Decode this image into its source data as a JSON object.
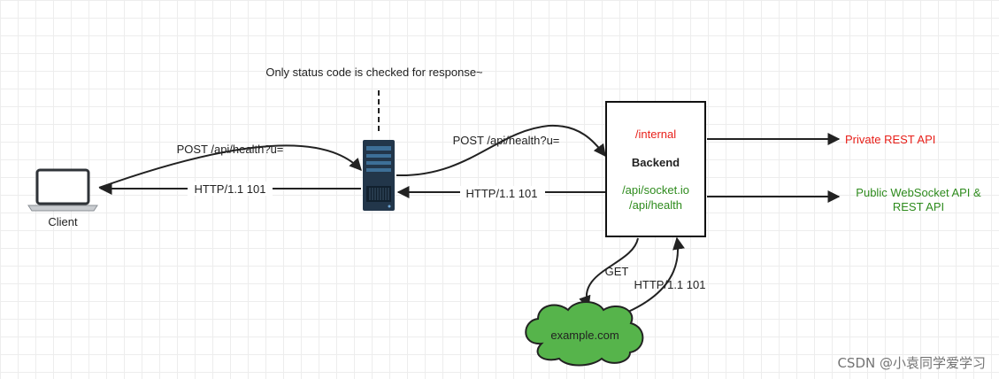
{
  "note": "Only status code is checked for response~",
  "client": {
    "label": "Client"
  },
  "edges": {
    "client_to_proxy_request": "POST /api/health?u=",
    "proxy_to_client_response": "HTTP/1.1 101",
    "proxy_to_backend_request": "POST /api/health?u=",
    "backend_to_proxy_response": "HTTP/1.1 101",
    "backend_to_cloud_request": "GET",
    "cloud_to_backend_response": "HTTP/1.1 101"
  },
  "backend": {
    "title": "Backend",
    "internal_route": "/internal",
    "public_route_1": "/api/socket.io",
    "public_route_2": "/api/health"
  },
  "outputs": {
    "private_api": "Private REST API",
    "public_api_line1": "Public WebSocket API &",
    "public_api_line2": "REST API"
  },
  "cloud": {
    "label": "example.com"
  },
  "watermark": "CSDN @小袁同学爱学习",
  "colors": {
    "private": "#e8201a",
    "public": "#2e8b1d",
    "cloud_fill": "#56b44b",
    "server": "#22364a"
  }
}
